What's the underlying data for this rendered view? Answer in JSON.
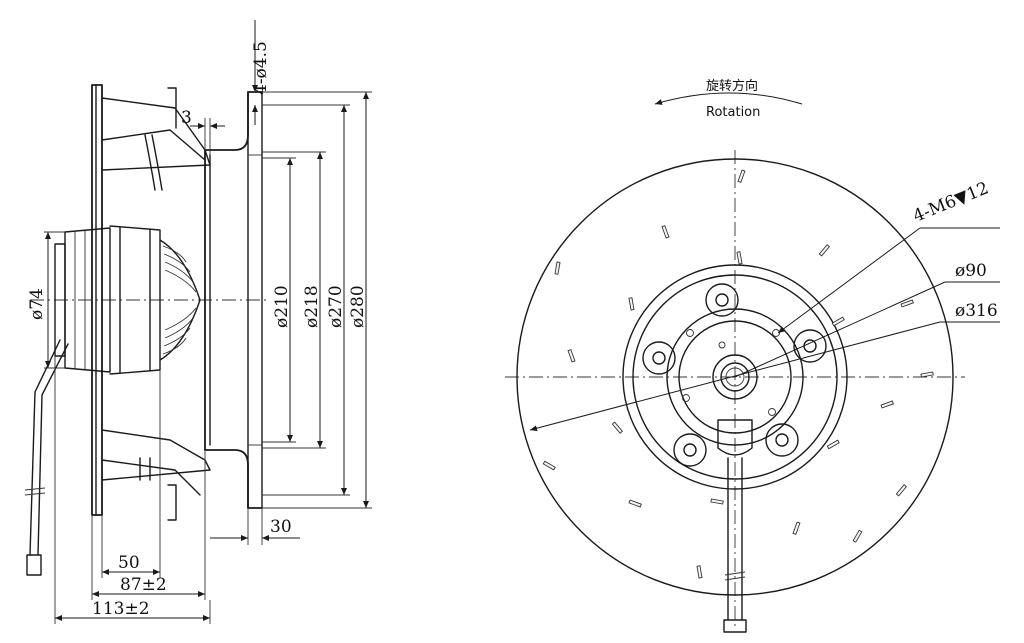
{
  "side_view": {
    "dimensions": {
      "holes": "4-ø4.5",
      "flange_thickness": "3",
      "motor_diameter": "ø74",
      "d210": "ø210",
      "d218": "ø218",
      "d270": "ø270",
      "d280": "ø280",
      "offset_30": "30",
      "depth_50": "50",
      "depth_87": "87±2",
      "depth_113": "113±2"
    }
  },
  "front_view": {
    "rotation_cn": "旋转方向",
    "rotation_en": "Rotation",
    "dimensions": {
      "screw_holes": "4-M6▼12",
      "d90": "ø90",
      "d316": "ø316"
    }
  }
}
